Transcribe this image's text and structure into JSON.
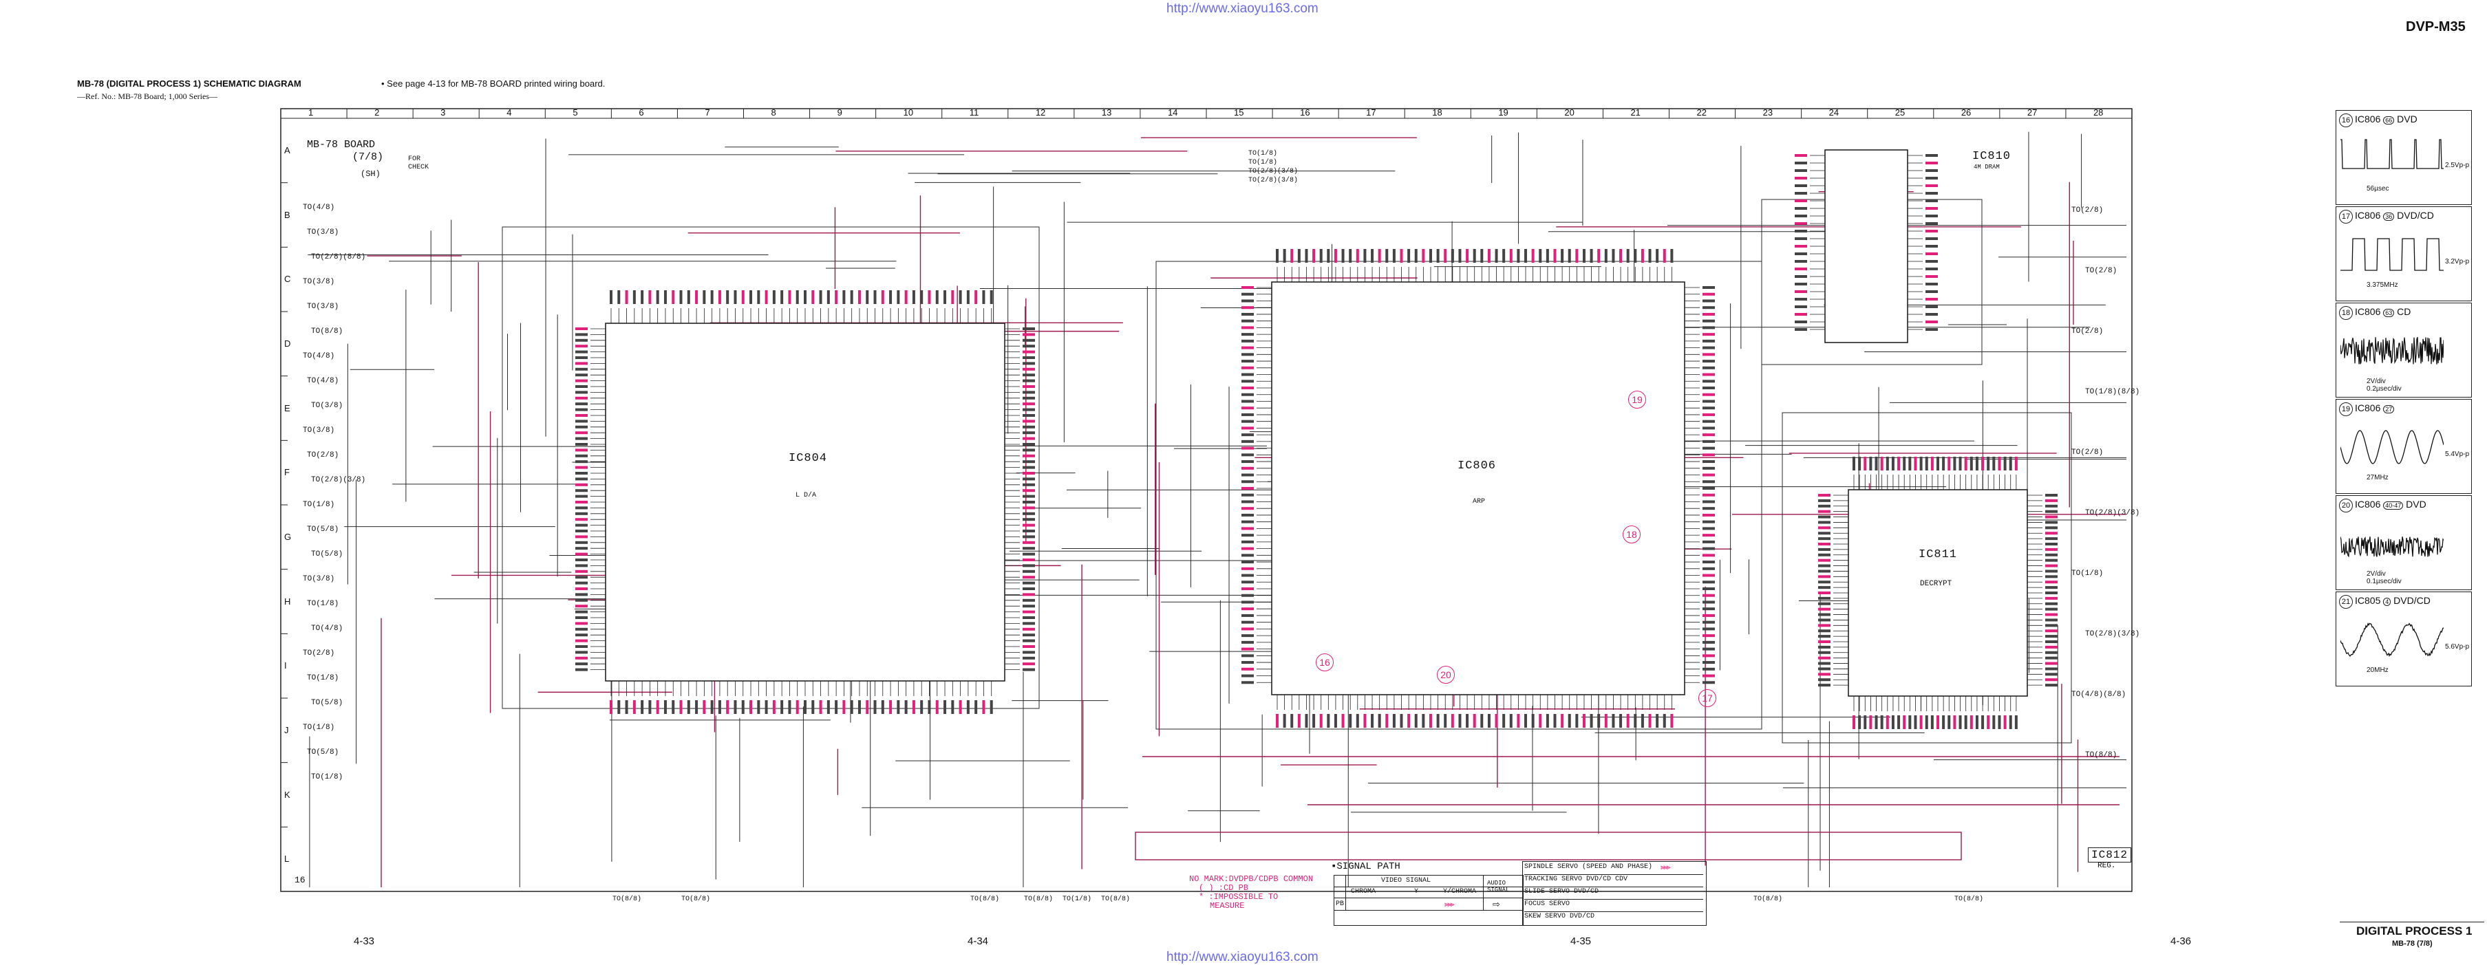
{
  "header": {
    "url_top": "http://www.xiaoyu163.com",
    "url_bottom": "http://www.xiaoyu163.com",
    "model": "DVP-M35",
    "title": "MB-78 (DIGITAL PROCESS 1) SCHEMATIC DIAGRAM",
    "subtitle": "—Ref. No.: MB-78 Board; 1,000 Series—",
    "note": "• See page 4-13 for MB-78 BOARD printed wiring board."
  },
  "board": {
    "name": "MB-78 BOARD",
    "part": "(7/8)",
    "variant": "(SH)",
    "for_check": "FOR\nCHECK"
  },
  "columns": [
    "1",
    "2",
    "3",
    "4",
    "5",
    "6",
    "7",
    "8",
    "9",
    "10",
    "11",
    "12",
    "13",
    "14",
    "15",
    "16",
    "17",
    "18",
    "19",
    "20",
    "21",
    "22",
    "23",
    "24",
    "25",
    "26",
    "27",
    "28"
  ],
  "rows": [
    "A",
    "B",
    "C",
    "D",
    "E",
    "F",
    "G",
    "H",
    "I",
    "J",
    "K",
    "L"
  ],
  "row16": "16",
  "ics": {
    "ic804": {
      "label": "IC804",
      "sub": "L D/A"
    },
    "ic806": {
      "label": "IC806",
      "sub": "ARP"
    },
    "ic810": {
      "label": "IC810",
      "sub": "4M DRAM"
    },
    "ic811": {
      "label": "IC811",
      "sub": "DECRYPT"
    },
    "ic812": {
      "label": "IC812",
      "sub": "REG."
    }
  },
  "markers": [
    "16",
    "17",
    "18",
    "19",
    "20"
  ],
  "signal_path": {
    "title": "SIGNAL PATH",
    "col_video": "VIDEO SIGNAL",
    "col_audio": "AUDIO SIGNAL",
    "chroma": "CHROMA",
    "y": "Y",
    "ychroma": "Y/CHROMA",
    "pb": "PB",
    "servo": [
      "SPINDLE SERVO (SPEED AND PHASE)",
      "TRACKING SERVO DVD/CD CDV",
      "SLIDE SERVO DVD/CD",
      "FOCUS SERVO",
      "SKEW SERVO DVD/CD"
    ]
  },
  "mark_note": {
    "l1": "NO MARK:DVDPB/CDPB COMMON",
    "l2": "( ) :CD PB",
    "l3": "* :IMPOSSIBLE TO",
    "l4": "MEASURE"
  },
  "pages": [
    "4-33",
    "4-34",
    "4-35",
    "4-36"
  ],
  "footer": {
    "title": "DIGITAL PROCESS 1",
    "sub": "MB-78 (7/8)"
  },
  "waveforms": [
    {
      "num": "16",
      "title": "IC806",
      "pin": "66",
      "mode": "DVD",
      "time": "56µsec",
      "amp": "2.5Vp-p"
    },
    {
      "num": "17",
      "title": "IC806",
      "pin": "36",
      "mode": "DVD/CD",
      "time": "3.375MHz",
      "amp": "3.2Vp-p"
    },
    {
      "num": "18",
      "title": "IC806",
      "pin": "63",
      "mode": "CD",
      "time": "2V/div\n0.2µsec/div",
      "amp": ""
    },
    {
      "num": "19",
      "title": "IC806",
      "pin": "27",
      "mode": "",
      "time": "27MHz",
      "amp": "5.4Vp-p"
    },
    {
      "num": "20",
      "title": "IC806",
      "pin": "40-47",
      "mode": "DVD",
      "time": "2V/div\n0.1µsec/div",
      "amp": ""
    },
    {
      "num": "21",
      "title": "IC805",
      "pin": "4",
      "mode": "DVD/CD",
      "time": "20MHz",
      "amp": "5.6Vp-p"
    }
  ],
  "left_refs": [
    "TO(4/8)",
    "TO(3/8)",
    "TO(2/8)(8/8)",
    "TO(3/8)",
    "TO(3/8)",
    "TO(8/8)",
    "TO(4/8)",
    "TO(4/8)",
    "TO(3/8)",
    "TO(3/8)",
    "TO(2/8)",
    "TO(2/8)(3/8)",
    "TO(1/8)",
    "TO(5/8)",
    "TO(5/8)",
    "TO(3/8)",
    "TO(1/8)",
    "TO(4/8)",
    "TO(2/8)",
    "TO(1/8)",
    "TO(5/8)",
    "TO(1/8)",
    "TO(5/8)",
    "TO(1/8)"
  ],
  "right_refs": [
    "TO(2/8)",
    "TO(2/8)",
    "TO(2/8)",
    "TO(1/8)(8/8)",
    "TO(2/8)",
    "TO(2/8)(3/8)",
    "TO(1/8)",
    "TO(2/8)(3/8)",
    "TO(4/8)(8/8)",
    "TO(8/8)"
  ],
  "top_refs": [
    "TO(1/8)",
    "TO(1/8)",
    "TO(2/8)(3/8)",
    "TO(2/8)(3/8)"
  ],
  "bottom_refs": [
    "TO(8/8)",
    "TO(8/8)",
    "TO(8/8)",
    "TO(8/8)",
    "TO(1/8)",
    "TO(8/8)",
    "TO(8/8)",
    "TO(8/8)"
  ]
}
